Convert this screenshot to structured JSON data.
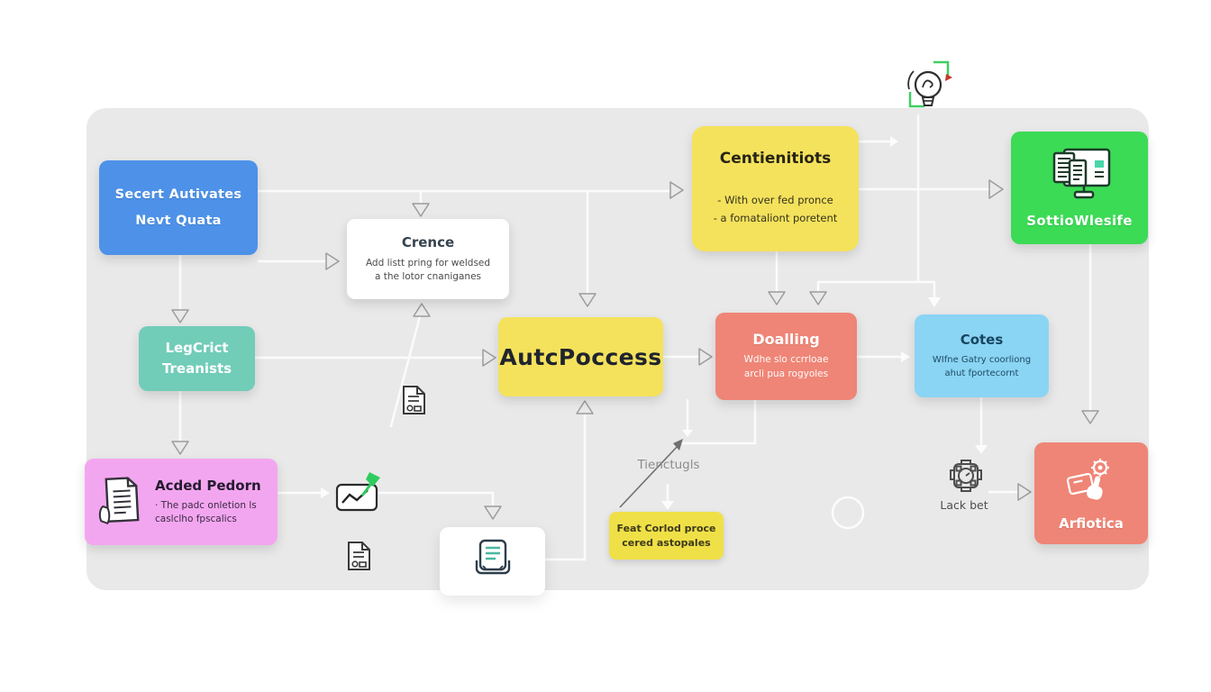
{
  "diagram": {
    "nodes": {
      "secert": {
        "line1": "Secert Autivates",
        "line2": "Nevt Quata"
      },
      "crence": {
        "title": "Crence",
        "desc1": "Add listt pring for weldsed",
        "desc2": "a the lotor cnaniganes"
      },
      "legcrict": {
        "line1": "LegCrict",
        "line2": "Treanists"
      },
      "acded": {
        "title": "Acded Pedorn",
        "desc1": "· The padc onletion ls",
        "desc2": "caslclho fpscalics"
      },
      "autpoccess": {
        "title": "AutcPoccess"
      },
      "centienitiots": {
        "title": "Centienitiots",
        "bullet1": "- With over fed pronce",
        "bullet2": "- a fomataliont poretent"
      },
      "sottio": {
        "title": "SottioWlesife"
      },
      "doalling": {
        "title": "Doalling",
        "desc1": "Wdhe slo ccrrloae",
        "desc2": "arcli pua rogyoles"
      },
      "cotes": {
        "title": "Cotes",
        "desc1": "WIfne Gatry coorliong",
        "desc2": "ahut fportecornt"
      },
      "arfiotica": {
        "title": "Arfiotica"
      },
      "feat": {
        "line1": "Feat Corlod proce",
        "line2": "cered astopales"
      }
    },
    "labels": {
      "tienctugls": "Tienctugls",
      "lack_bet": "Lack bet"
    },
    "icons": {
      "acded_document": {
        "name": "document-icon",
        "glyph": "📄"
      },
      "trend_chart": {
        "name": "trend-chart-icon",
        "glyph": "📈"
      },
      "document_a": {
        "name": "document-icon",
        "glyph": "📄"
      },
      "document_b": {
        "name": "document-icon",
        "glyph": "📄"
      },
      "printer": {
        "name": "printer-icon",
        "glyph": "🖨"
      },
      "monitor_documents": {
        "name": "monitor-documents-icon",
        "glyph": "🖥"
      },
      "click_gear": {
        "name": "click-gear-icon",
        "glyph": "⚙"
      },
      "settings_gear": {
        "name": "gear-icon",
        "glyph": "⚙"
      },
      "lightbulb_refresh": {
        "name": "lightbulb-refresh-icon",
        "glyph": "💡"
      },
      "circle_outline": {
        "name": "circle-outline",
        "glyph": "○"
      }
    },
    "colors": {
      "page_background": "#ffffff",
      "canvas": "#e9e9e9",
      "blue": "#4d92e8",
      "teal": "#71ccb8",
      "pink": "#f3a6f0",
      "yellow": "#f4e25c",
      "yellow_small": "#f0e047",
      "green": "#3bdb55",
      "salmon": "#ef8576",
      "light_blue": "#8ad4f4",
      "white": "#ffffff",
      "connector_line": "#fbfbfb",
      "arrow_outline": "#9c9c9c",
      "icon_green_accent": "#2ecc5e"
    }
  }
}
